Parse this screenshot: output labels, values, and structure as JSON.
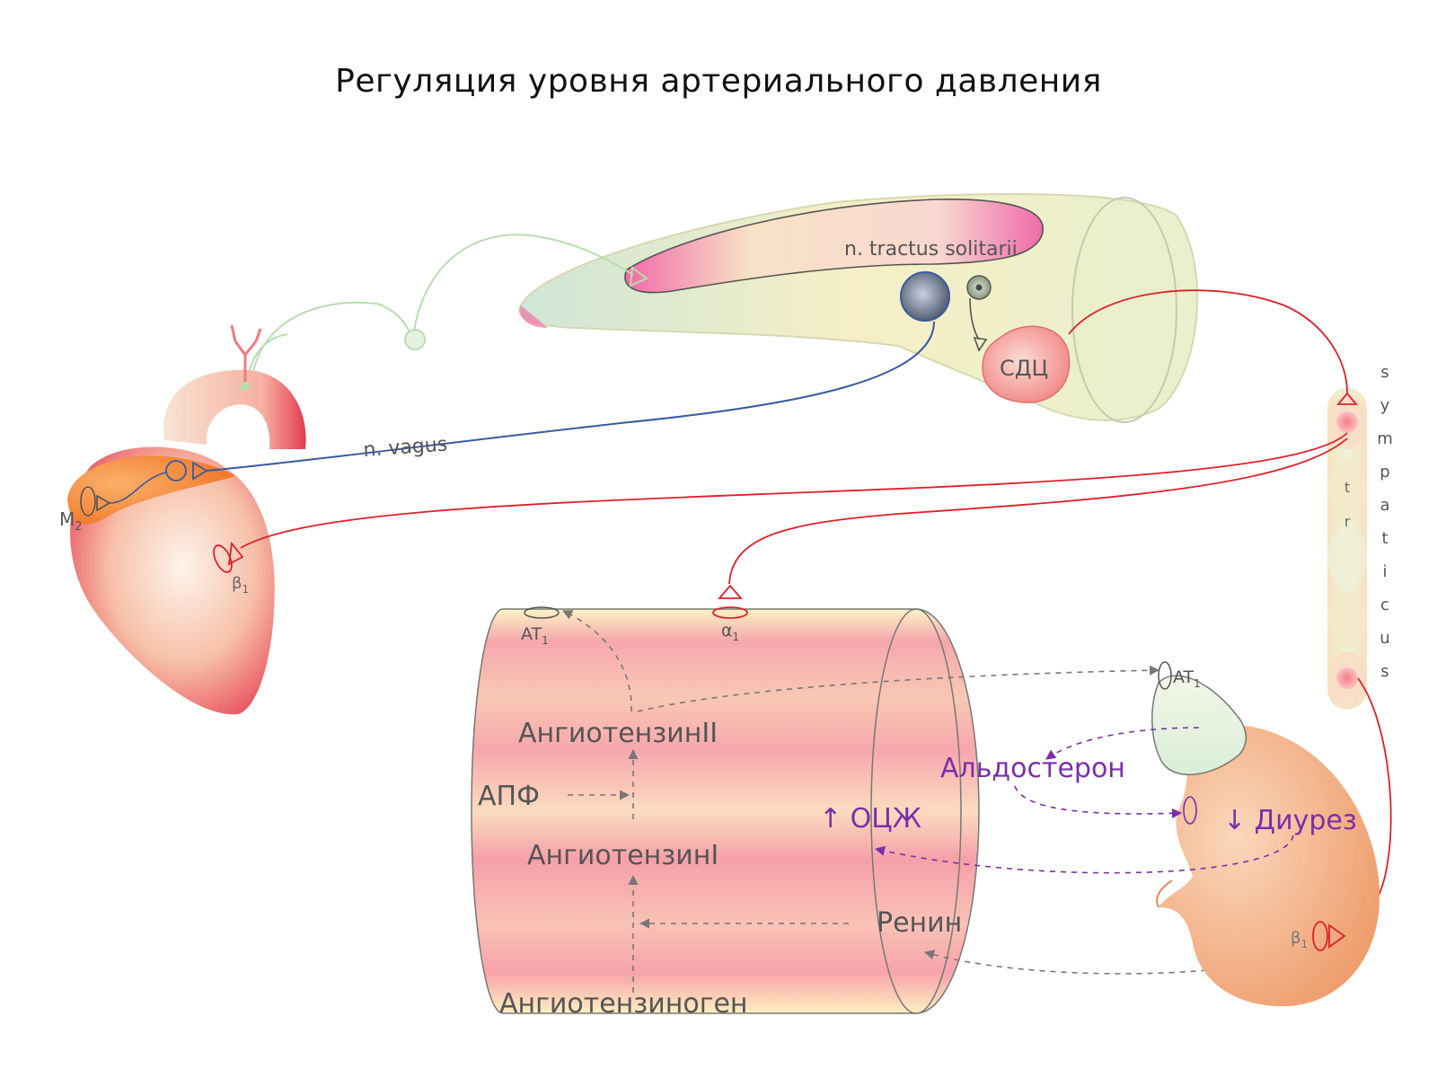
{
  "title": "Регуляция уровня артериального давления",
  "brain": {
    "nts_label": "n. tractus solitarii",
    "sdc_label": "СДЦ"
  },
  "nerves": {
    "vagus_label": "n. vagus",
    "sympathicus_letters": [
      "s",
      "y",
      "m",
      "p",
      "a",
      "t",
      "i",
      "c",
      "u",
      "s"
    ],
    "truncus_letters": [
      "t",
      "r"
    ]
  },
  "heart": {
    "m2_label": "M",
    "m2_sub": "2",
    "beta1_label": "β",
    "beta1_sub": "1"
  },
  "vessel": {
    "at1_label": "AT",
    "at1_sub": "1",
    "alpha1_label": "α",
    "alpha1_sub": "1",
    "angiotensin2": "АнгиотензинII",
    "apf": "АПФ",
    "angiotensin1": "АнгиотензинI",
    "angiotensinogen": "Ангиотензиноген",
    "renin": "Ренин",
    "ocj": "↑ ОЦЖ"
  },
  "kidney": {
    "adrenal_at1_label": "AT",
    "adrenal_at1_sub": "1",
    "aldosterone": "Альдостерон",
    "diuresis": "↓ Диурез",
    "beta1_label": "β",
    "beta1_sub": "1"
  },
  "colors": {
    "sympathetic": "#e0202a",
    "vagus": "#3a5aa0",
    "afferent": "#b8ddb0",
    "hormone": "#7a2fa8",
    "pathway": "#777777"
  }
}
